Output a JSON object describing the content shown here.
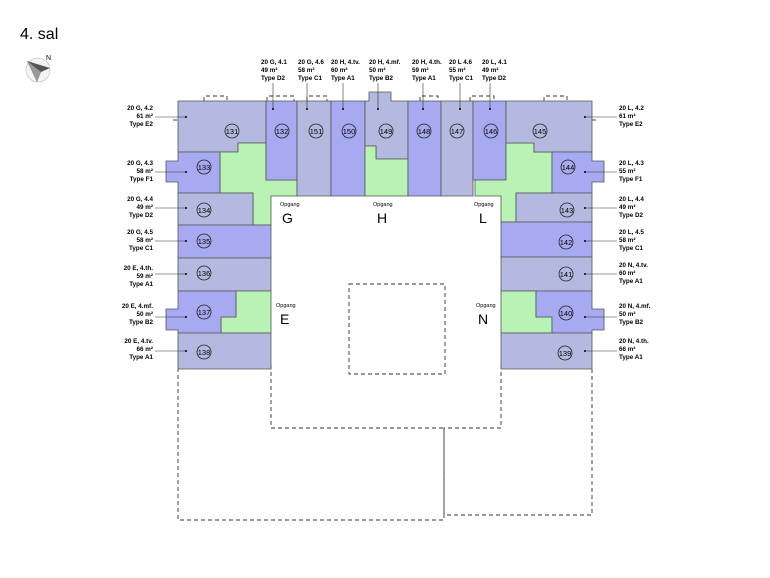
{
  "title": "4. sal",
  "compass": {
    "label": "N",
    "icon": "north-compass-icon"
  },
  "colors": {
    "light_purple": "#b4b9df",
    "blue_purple": "#a7a9f1",
    "green": "#b8f2b4"
  },
  "entrances": [
    {
      "letter": "G",
      "caption": "Opgang"
    },
    {
      "letter": "H",
      "caption": "Opgang"
    },
    {
      "letter": "L",
      "caption": "Opgang"
    },
    {
      "letter": "E",
      "caption": "Opgang"
    },
    {
      "letter": "N",
      "caption": "Opgang"
    }
  ],
  "units": [
    {
      "number": "131",
      "lines": [
        "20 G, 4.2",
        "61 m²",
        "Type E2"
      ]
    },
    {
      "number": "132",
      "lines": [
        "20 G, 4.1",
        "49 m²",
        "Type D2"
      ]
    },
    {
      "number": "151",
      "lines": [
        "20 G, 4.6",
        "58 m²",
        "Type C1"
      ]
    },
    {
      "number": "150",
      "lines": [
        "20 H, 4.tv.",
        "60 m²",
        "Type A1"
      ]
    },
    {
      "number": "149",
      "lines": [
        "20 H, 4.mf.",
        "50 m²",
        "Type B2"
      ]
    },
    {
      "number": "148",
      "lines": [
        "20 H, 4.th.",
        "59 m²",
        "Type A1"
      ]
    },
    {
      "number": "147",
      "lines": [
        "20 L 4.6",
        "55 m²",
        "Type C1"
      ]
    },
    {
      "number": "146",
      "lines": [
        "20 L, 4.1",
        "49 m²",
        "Type D2"
      ]
    },
    {
      "number": "145",
      "lines": [
        "20 L, 4.2",
        "61 m²",
        "Type E2"
      ]
    },
    {
      "number": "133",
      "lines": [
        "20 G, 4.3",
        "58 m²",
        "Type F1"
      ]
    },
    {
      "number": "144",
      "lines": [
        "20 L, 4.3",
        "55 m²",
        "Type F1"
      ]
    },
    {
      "number": "134",
      "lines": [
        "20 G, 4.4",
        "49 m²",
        "Type D2"
      ]
    },
    {
      "number": "143",
      "lines": [
        "20 L, 4.4",
        "49 m²",
        "Type D2"
      ]
    },
    {
      "number": "135",
      "lines": [
        "20 G, 4.5",
        "58 m²",
        "Type C1"
      ]
    },
    {
      "number": "142",
      "lines": [
        "20 L, 4.5",
        "58 m²",
        "Type C1"
      ]
    },
    {
      "number": "136",
      "lines": [
        "20 E, 4.th.",
        "59 m²",
        "Type A1"
      ]
    },
    {
      "number": "141",
      "lines": [
        "20 N, 4.tv.",
        "60 m²",
        "Type A1"
      ]
    },
    {
      "number": "137",
      "lines": [
        "20 E, 4.mf.",
        "50 m²",
        "Type B2"
      ]
    },
    {
      "number": "140",
      "lines": [
        "20 N, 4.mf.",
        "50 m²",
        "Type B2"
      ]
    },
    {
      "number": "138",
      "lines": [
        "20 E, 4.tv.",
        "66 m²",
        "Type A1"
      ]
    },
    {
      "number": "139",
      "lines": [
        "20 N, 4.th.",
        "66 m²",
        "Type A1"
      ]
    }
  ]
}
